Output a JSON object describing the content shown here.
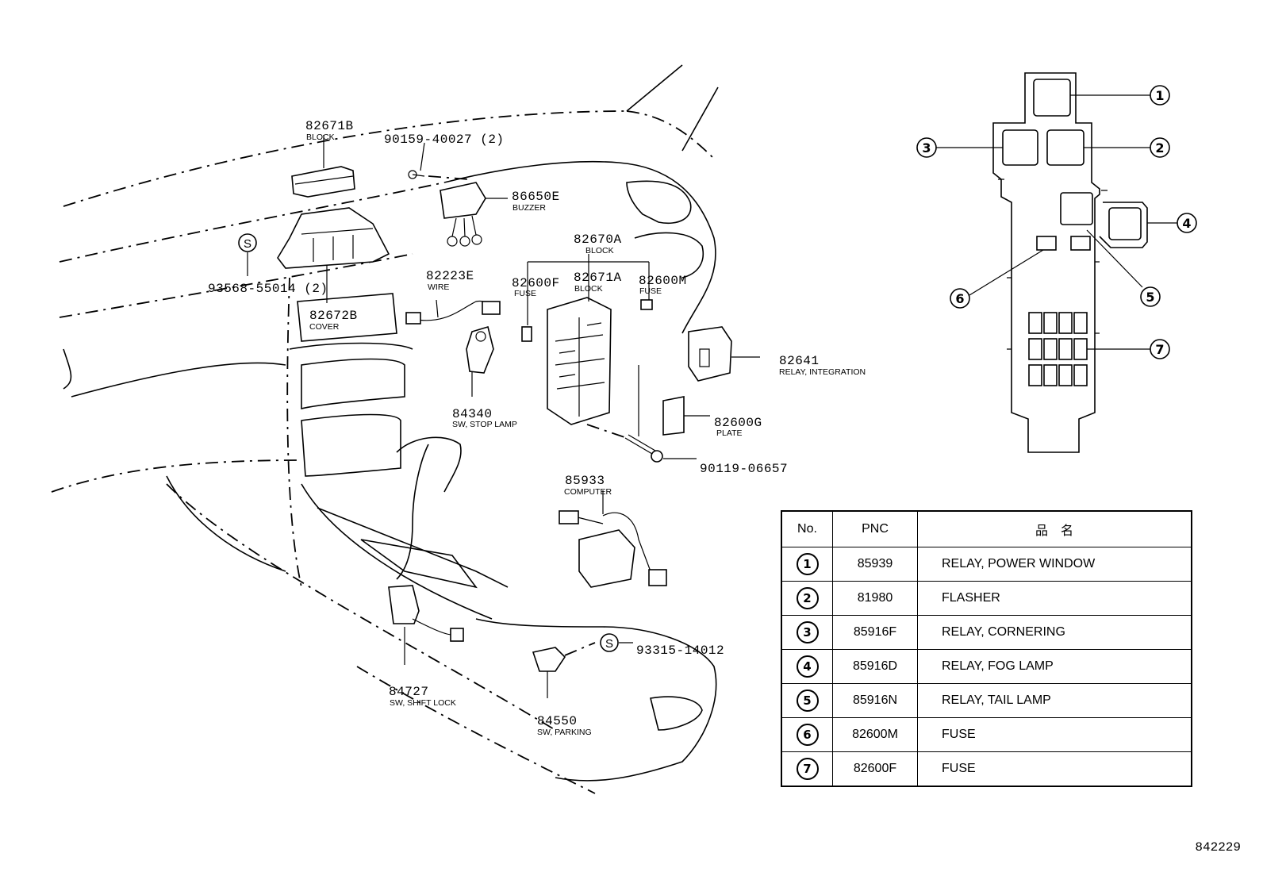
{
  "callouts": [
    {
      "pn": "82671B",
      "desc": "BLOCK"
    },
    {
      "pn": "90159-40027 (2)",
      "desc": ""
    },
    {
      "pn": "86650E",
      "desc": "BUZZER"
    },
    {
      "pn": "93568-55014 (2)",
      "desc": ""
    },
    {
      "pn": "82672B",
      "desc": "COVER"
    },
    {
      "pn": "82670A",
      "desc": "BLOCK"
    },
    {
      "pn": "82223E",
      "desc": "WIRE"
    },
    {
      "pn": "82600F",
      "desc": "FUSE"
    },
    {
      "pn": "82671A",
      "desc": "BLOCK"
    },
    {
      "pn": "82600M",
      "desc": "FUSE"
    },
    {
      "pn": "82641",
      "desc": "RELAY, INTEGRATION"
    },
    {
      "pn": "84340",
      "desc": "SW, STOP LAMP"
    },
    {
      "pn": "82600G",
      "desc": "PLATE"
    },
    {
      "pn": "90119-06657",
      "desc": ""
    },
    {
      "pn": "85933",
      "desc": "COMPUTER"
    },
    {
      "pn": "93315-14012",
      "desc": ""
    },
    {
      "pn": "84727",
      "desc": "SW, SHIFT LOCK"
    },
    {
      "pn": "84550",
      "desc": "SW, PARKING"
    }
  ],
  "standard_symbol": "S",
  "fuse_box_numbers": [
    "1",
    "2",
    "3",
    "4",
    "5",
    "6",
    "7"
  ],
  "table": {
    "headers": [
      "No.",
      "PNC",
      "品　名"
    ],
    "rows": [
      {
        "no": "1",
        "pnc": "85939",
        "name": "RELAY, POWER WINDOW"
      },
      {
        "no": "2",
        "pnc": "81980",
        "name": "FLASHER"
      },
      {
        "no": "3",
        "pnc": "85916F",
        "name": "RELAY, CORNERING"
      },
      {
        "no": "4",
        "pnc": "85916D",
        "name": "RELAY, FOG LAMP"
      },
      {
        "no": "5",
        "pnc": "85916N",
        "name": "RELAY, TAIL LAMP"
      },
      {
        "no": "6",
        "pnc": "82600M",
        "name": "FUSE"
      },
      {
        "no": "7",
        "pnc": "82600F",
        "name": "FUSE"
      }
    ]
  },
  "figure_id": "842229"
}
